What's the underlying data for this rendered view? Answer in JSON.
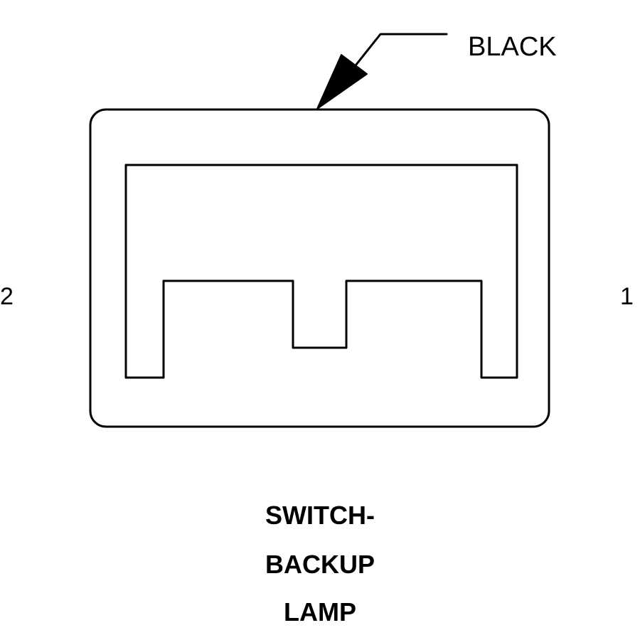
{
  "connector": {
    "color_label": "BLACK",
    "pins": {
      "left": "2",
      "right": "1"
    },
    "title_lines": [
      "SWITCH-",
      "BACKUP",
      "LAMP"
    ]
  },
  "colors": {
    "stroke": "#000000",
    "background": "#ffffff"
  }
}
